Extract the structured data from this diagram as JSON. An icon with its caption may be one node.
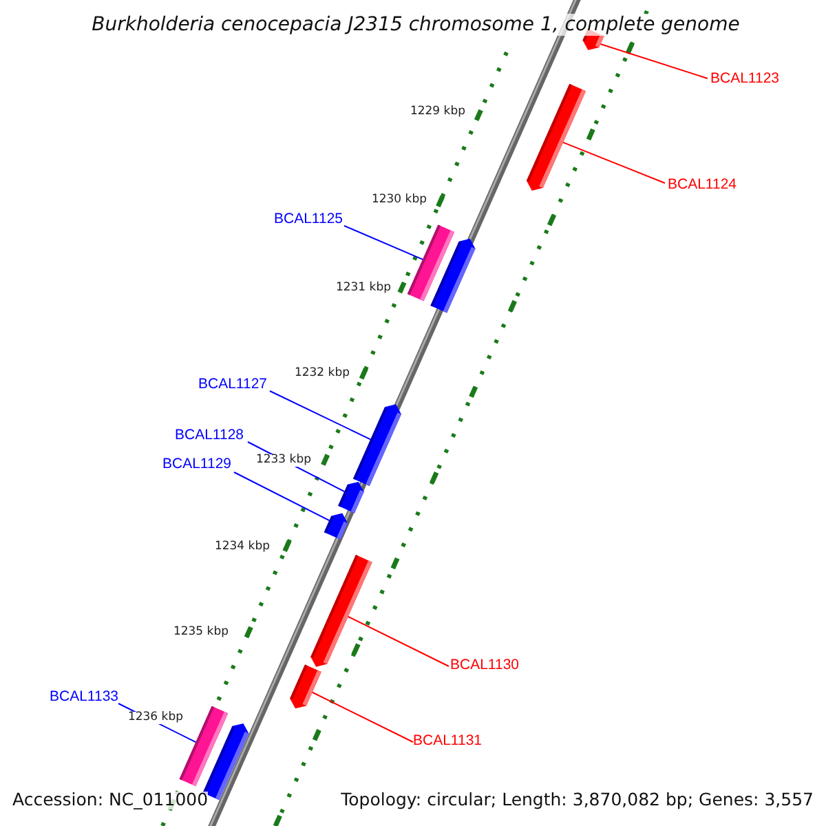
{
  "diagram": {
    "title": "Burkholderia cenocepacia J2315 chromosome 1, complete genome",
    "nodes": [
      {
        "text": [
          "BCAL1123"
        ]
      },
      {
        "text": [
          "BCAL1124"
        ]
      },
      {
        "text": [
          "BCAL1125"
        ]
      },
      {
        "text": [
          "BCAL1127"
        ]
      },
      {
        "text": [
          "BCAL1128"
        ]
      },
      {
        "text": [
          "BCAL1129"
        ]
      },
      {
        "text": [
          "BCAL1130"
        ]
      },
      {
        "text": [
          "BCAL1131"
        ]
      },
      {
        "text": [
          "BCAL1133"
        ]
      },
      {
        "text": [],
        "shape": "bar"
      },
      {
        "text": [],
        "shape": "bar"
      },
      {
        "text": [],
        "shape": "bar"
      },
      {
        "text": [],
        "shape": "bar"
      },
      {
        "text": [],
        "shape": "bar"
      },
      {
        "text": [],
        "shape": "bar"
      },
      {
        "text": [],
        "shape": "bar"
      },
      {
        "text": [],
        "shape": "bar"
      },
      {
        "text": [],
        "shape": "bar"
      },
      {
        "text": [],
        "shape": "bar"
      },
      {
        "text": [],
        "shape": "bar"
      }
    ],
    "edges": [
      {
        "from": 0,
        "to": 9,
        "arrow": "none",
        "color": "#ff0000"
      },
      {
        "from": 1,
        "to": 10,
        "arrow": "none",
        "color": "#ff0000"
      },
      {
        "from": 2,
        "to": 11,
        "arrow": "none"
      },
      {
        "from": 3,
        "to": 13,
        "arrow": "none"
      },
      {
        "from": 4,
        "to": 14,
        "arrow": "none"
      },
      {
        "from": 5,
        "to": 15,
        "arrow": "none"
      },
      {
        "from": 6,
        "to": 16,
        "arrow": "none",
        "color": "#ff0000"
      },
      {
        "from": 7,
        "to": 17,
        "arrow": "none",
        "color": "#ff0000"
      },
      {
        "from": 8,
        "to": 18,
        "arrow": "none"
      }
    ],
    "labels": [
      "1229 kbp",
      "1230 kbp",
      "1231 kbp",
      "1232 kbp",
      "1233 kbp",
      "1234 kbp",
      "1235 kbp",
      "1236 kbp",
      "Accession: NC_011000",
      "Topology: circular; Length: 3,870,082 bp; Genes: 3,557"
    ]
  }
}
